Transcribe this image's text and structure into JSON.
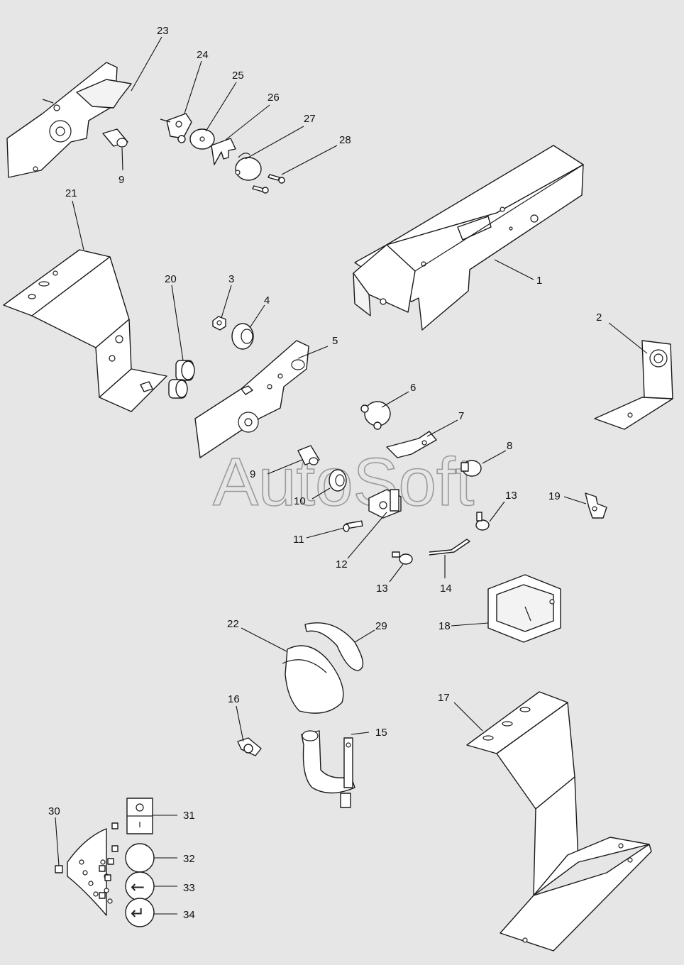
{
  "watermark": "AutoSoft",
  "callouts": {
    "c1": "1",
    "c2": "2",
    "c3": "3",
    "c4": "4",
    "c5": "5",
    "c6": "6",
    "c7": "7",
    "c8": "8",
    "c9a": "9",
    "c9b": "9",
    "c10": "10",
    "c11": "11",
    "c12": "12",
    "c13a": "13",
    "c13b": "13",
    "c14": "14",
    "c15": "15",
    "c16": "16",
    "c17": "17",
    "c18": "18",
    "c19": "19",
    "c20": "20",
    "c21": "21",
    "c22": "22",
    "c23": "23",
    "c24": "24",
    "c25": "25",
    "c26": "26",
    "c27": "27",
    "c28": "28",
    "c29": "29",
    "c30": "30",
    "c31": "31",
    "c32": "32",
    "c33": "33",
    "c34": "34"
  },
  "icons": {
    "button_31": "switch-icon",
    "button_32": "blank-button-icon",
    "button_33": "arrow-left-icon",
    "button_34": "enter-icon"
  },
  "colors": {
    "background": "#e6e6e6",
    "line": "#1a1a1a",
    "part_fill": "#ffffff"
  }
}
